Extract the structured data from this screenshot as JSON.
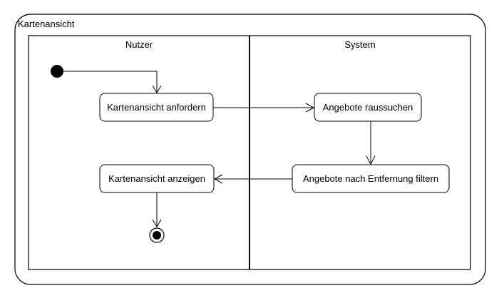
{
  "diagram": {
    "title": "Kartenansicht",
    "lanes": [
      {
        "label": "Nutzer"
      },
      {
        "label": "System"
      }
    ],
    "actions": [
      {
        "id": "request",
        "label": "Kartenansicht anfordern"
      },
      {
        "id": "search",
        "label": "Angebote raussuchen"
      },
      {
        "id": "filter",
        "label": "Angebote nach Entfernung filtern"
      },
      {
        "id": "display",
        "label": "Kartenansicht anzeigen"
      }
    ],
    "nodes": {
      "start": "initial-node",
      "end": "final-node"
    }
  }
}
